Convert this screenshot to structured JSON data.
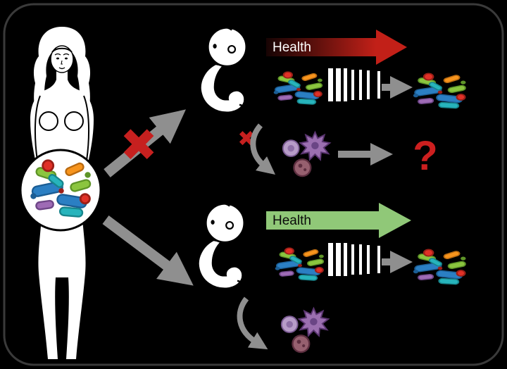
{
  "diagram": {
    "title": "Maternal microbiome transfer to infant: blocked versus allowed pathways",
    "labels": {
      "health_top": "Health",
      "health_bottom": "Health",
      "question_mark": "?",
      "cross_blocked": "✖",
      "cross_immune": "✖"
    },
    "colors": {
      "background": "#000000",
      "frame_border": "#3a3a3a",
      "gray_arrow": "#8f8f8f",
      "health_red_dark": "#170404",
      "health_red_mid": "#5d100c",
      "health_red": "#c22018",
      "health_green": "#90c878",
      "health_text_top": "#ffffff",
      "health_text_bottom": "#0a0a0a",
      "cross_red": "#c6201f",
      "question_red": "#cc1f1f",
      "figure_white": "#ffffff",
      "bacteria_blue": "#2b7fc3",
      "bacteria_green": "#8bc53f",
      "bacteria_red": "#e03127",
      "bacteria_orange": "#f7941d",
      "bacteria_purple": "#9e6bb5",
      "bacteria_teal": "#27b4bc",
      "immune_spiky_purple": "#9b6fb0",
      "immune_lavender": "#b79cc8",
      "immune_maroon": "#96606f"
    }
  }
}
